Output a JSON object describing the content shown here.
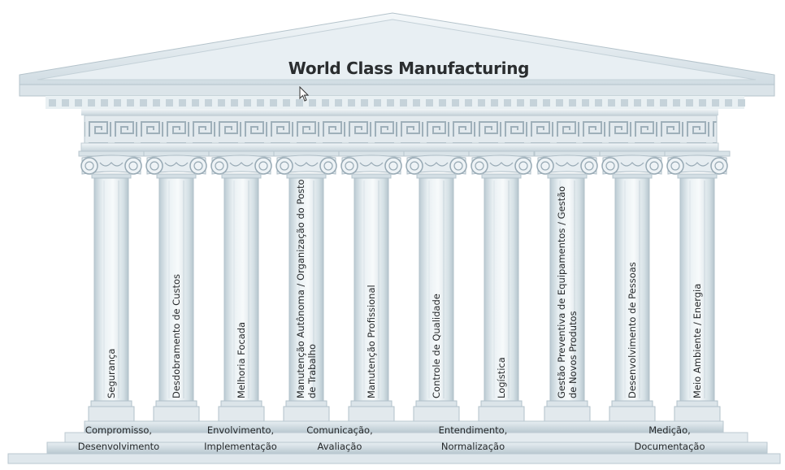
{
  "title": "World Class Manufacturing",
  "pillars": [
    {
      "label": "Segurança"
    },
    {
      "label": "Desdobramento de Custos"
    },
    {
      "label": "Melhoria Focada"
    },
    {
      "label": "Manutenção Autônoma / Organização do Posto de Trabalho"
    },
    {
      "label": "Manutenção Profissional"
    },
    {
      "label": "Controle de Qualidade"
    },
    {
      "label": "Logística"
    },
    {
      "label": "Gestão Preventiva de Equipamentos / Gestão de Novos Produtos"
    },
    {
      "label": "Desenvolvimento de Pessoas"
    },
    {
      "label": "Meio Ambiente / Energia"
    }
  ],
  "foundation": [
    {
      "line1": "Compromisso,",
      "line2": "Desenvolvimento"
    },
    {
      "line1": "Envolvimento,",
      "line2": "Implementação"
    },
    {
      "line1": "Comunicação,",
      "line2": "Avaliação"
    },
    {
      "line1": "Entendimento,",
      "line2": "Normalização"
    },
    {
      "line1": "Medição,",
      "line2": "Documentação"
    }
  ],
  "colors": {
    "stone_light": "#eef3f6",
    "stone_mid": "#d3dee4",
    "stone_dark": "#aebdc6",
    "text": "#25282a"
  },
  "icons": [
    "mouse-cursor-icon",
    "greek-key-frieze",
    "ionic-capital"
  ]
}
